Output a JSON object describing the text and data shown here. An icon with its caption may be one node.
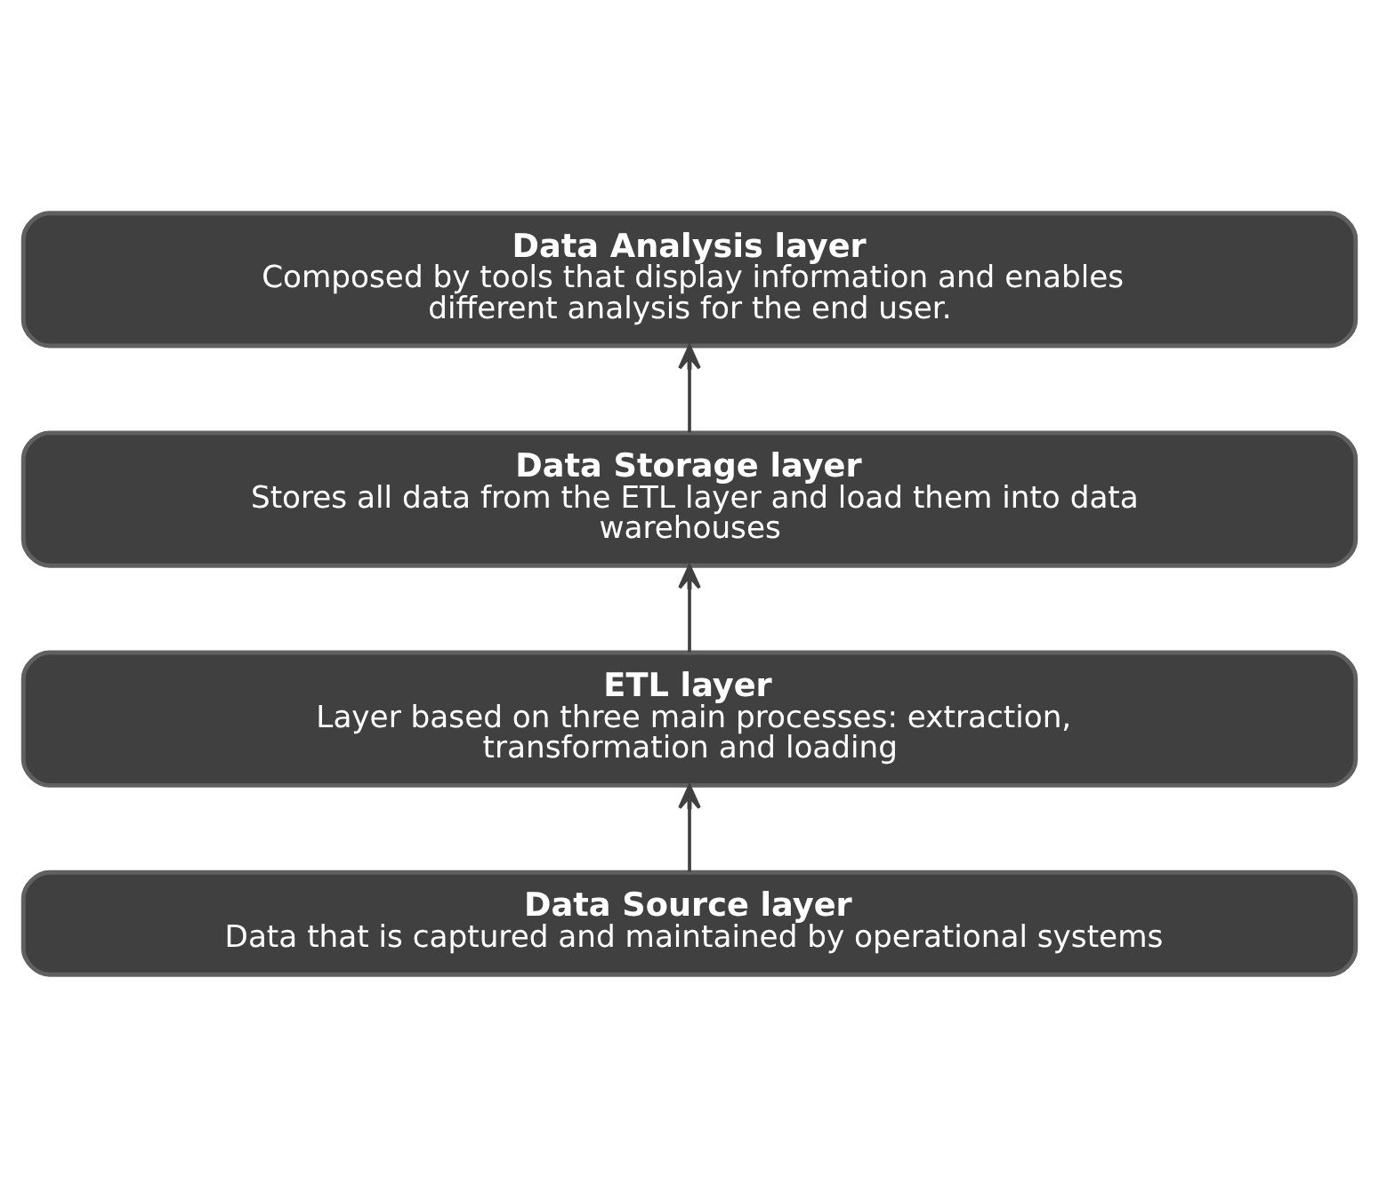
{
  "diagram": {
    "nodes": [
      {
        "text": [
          "Data Analysis layer",
          "Composed by tools that display information and enables different analysis for the end user."
        ]
      },
      {
        "text": [
          "Data Storage layer",
          "Stores all data from the ETL layer and load them into data warehouses"
        ]
      },
      {
        "text": [
          "ETL layer",
          "Layer based on three main processes: extraction, transformation and loading"
        ]
      },
      {
        "text": [
          "Data Source layer",
          "Data that is captured and maintained by operational systems"
        ]
      }
    ],
    "edges": [
      {
        "from": 3,
        "to": 2,
        "arrow": "to"
      },
      {
        "from": 2,
        "to": 1,
        "arrow": "to"
      },
      {
        "from": 1,
        "to": 0,
        "arrow": "to"
      }
    ]
  }
}
